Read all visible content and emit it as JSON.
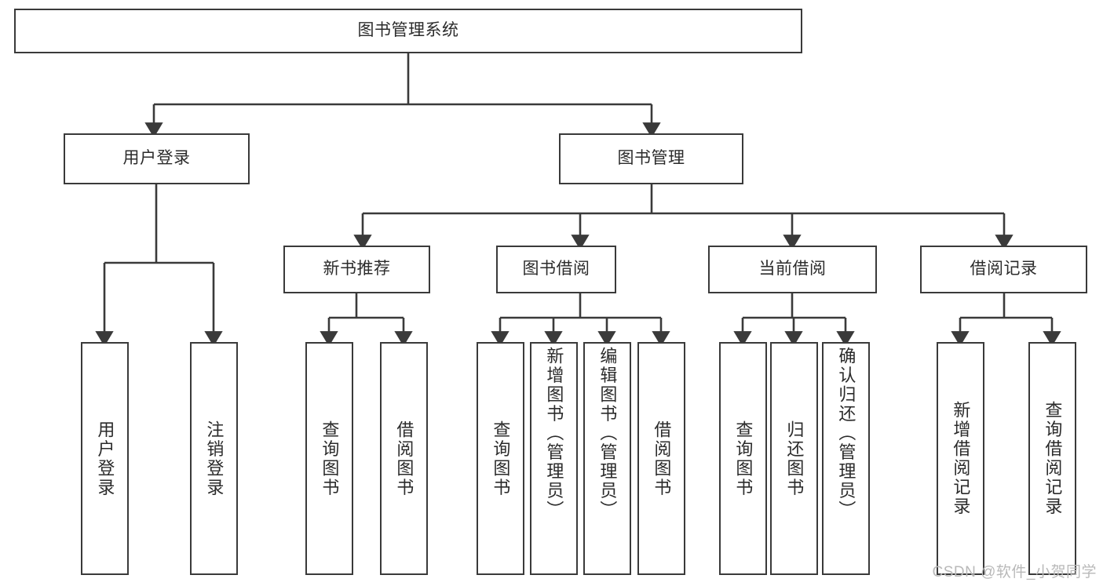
{
  "diagram": {
    "type": "hierarchy-tree",
    "title": "图书管理系统",
    "stroke_color": "#3a3a3a",
    "text_color": "#2b2b2b",
    "background": "#ffffff",
    "root": {
      "label": "图书管理系统"
    },
    "level2": [
      {
        "label": "用户登录"
      },
      {
        "label": "图书管理"
      }
    ],
    "level3": [
      {
        "label": "新书推荐"
      },
      {
        "label": "图书借阅"
      },
      {
        "label": "当前借阅"
      },
      {
        "label": "借阅记录"
      }
    ],
    "leaves": {
      "user_login": [
        {
          "label": "用户登录"
        },
        {
          "label": "注销登录"
        }
      ],
      "new_book_recommend": [
        {
          "label": "查询图书"
        },
        {
          "label": "借阅图书"
        }
      ],
      "book_borrow": [
        {
          "label": "查询图书"
        },
        {
          "label": "新增图书（管理员）"
        },
        {
          "label": "编辑图书（管理员）"
        },
        {
          "label": "借阅图书"
        }
      ],
      "current_borrow": [
        {
          "label": "查询图书"
        },
        {
          "label": "归还图书"
        },
        {
          "label": "确认归还（管理员）"
        }
      ],
      "borrow_records": [
        {
          "label": "新增借阅记录"
        },
        {
          "label": "查询借阅记录"
        }
      ]
    }
  },
  "watermark": {
    "text": "CSDN @软件_小贺同学"
  }
}
